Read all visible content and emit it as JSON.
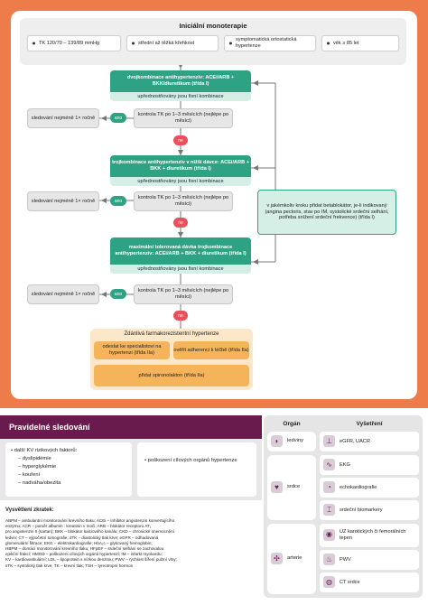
{
  "title": "Iniciální monoterapie",
  "criteria": [
    "TK 120/70 – 139/89 mmHg",
    "střední až těžká křehkost",
    "symptomatická ortostatická hypertenze",
    "věk ≥ 85 let"
  ],
  "step1": {
    "green": "dvojkombinace antihypertenziv: ACEi/ARB + BKK/diuretikum (třída I)",
    "light": "upřednostňovány jsou fixní kombinace"
  },
  "step2": {
    "green": "trojkombinace antihypertenziv v nižší dávce: ACEi/ARB + BKK + diuretikum (třída I)",
    "light": "upřednostňovány jsou fixní kombinace"
  },
  "step3": {
    "green": "maximální tolerovaná dávka trojkombinace antihypertenziv: ACEi/ARB + BKK + diuretikum (třída I)",
    "light": "upřednostňovány jsou fixní kombinace"
  },
  "control": "kontrola TK po 1–3 měsících (nejlépe po měsíci)",
  "followup": "sledování nejméně 1× ročně",
  "ano": "ano",
  "ne": "ne",
  "betablocker": "v jakémkoliv kroku přidat betablokátor, je-li indikovaný (angina pectoris, stav po IM, systolické srdeční selhání, potřeba snížení srdeční frekvence) (třída I)",
  "resistant": {
    "title": "Zdánlivá farmakorezistentní hypertenze",
    "refer": "odeslat ke specialistovi na hypertenzi (třída IIa)",
    "adherence": "ověřit adherenci k léčbě (třída IIa)",
    "spiro": "přidat spironolakton (třída IIa)"
  },
  "monitoring": {
    "title": "Pravidelné sledování",
    "left_title": "další KV rizikových faktorů:",
    "left_items": [
      "dyslipidémie",
      "hyperglykémie",
      "kouření",
      "nadváha/obezita"
    ],
    "right": "poškození cílových orgánů hypertenze"
  },
  "abbr_title": "Vysvětlení zkratek:",
  "abbr_lines": [
    "ABPM – ambulantní monitorování krevního tlaku; ACEi – inhibitor angiotenzin konvertujícího",
    "enzymu; ACR – poměr albumin : kreatinin v moči; ARB – blokátor receptoru AT₁",
    "pro angiotenzin II (sartan); BKK – blokátor kalciového kanálu; CKD – chronické onemocnění",
    "ledvin; CT – výpočetní tomografie; dTK – diastolický tlak krve; eGFR – odhadovaná",
    "glomerulární filtrace; EKG – elektrokardiografie; HbA₁c – glykovaný hemoglobin;",
    "HBPM – domácí monitorování krevního tlaku; HFpEF – srdeční selhání se zachovalou",
    "ejekční frakcí; HMOD – poškození cílových orgánů hypertenzí; IM – infarkt myokardu;",
    "KV – kardiovaskulární; LDL – lipoprotein s nízkou denzitou; PWV – rychlost šíření pulzní vlny;",
    "sTK – systolický tlak krve; TK – krevní tlak; TSH – tyreotropní hormon"
  ],
  "table": {
    "col1": "Orgán",
    "col2": "Vyšetření",
    "rows": [
      {
        "organ": "ledviny",
        "organ_icon": "kidney-icon",
        "exams": [
          {
            "label": "eGFR, UACR",
            "icon": "test-tube-icon"
          }
        ]
      },
      {
        "organ": "srdce",
        "organ_icon": "heart-icon",
        "exams": [
          {
            "label": "EKG",
            "icon": "ecg-icon"
          },
          {
            "label": "echokardiografie",
            "icon": "echo-icon"
          },
          {
            "label": "srdeční biomarkery",
            "icon": "vial-icon"
          }
        ]
      },
      {
        "organ": "arterie",
        "organ_icon": "artery-icon",
        "exams": [
          {
            "label": "UZ karotických či femorálních tepen",
            "icon": "ultrasound-icon"
          },
          {
            "label": "PWV",
            "icon": "pulse-icon"
          },
          {
            "label": "CT srdce",
            "icon": "ct-icon"
          }
        ]
      }
    ]
  },
  "colors": {
    "orange": "#ee7c4a",
    "green": "#2ea383",
    "red": "#e8505b",
    "purple": "#6a1b4d",
    "light_orange": "#f6b45a"
  }
}
